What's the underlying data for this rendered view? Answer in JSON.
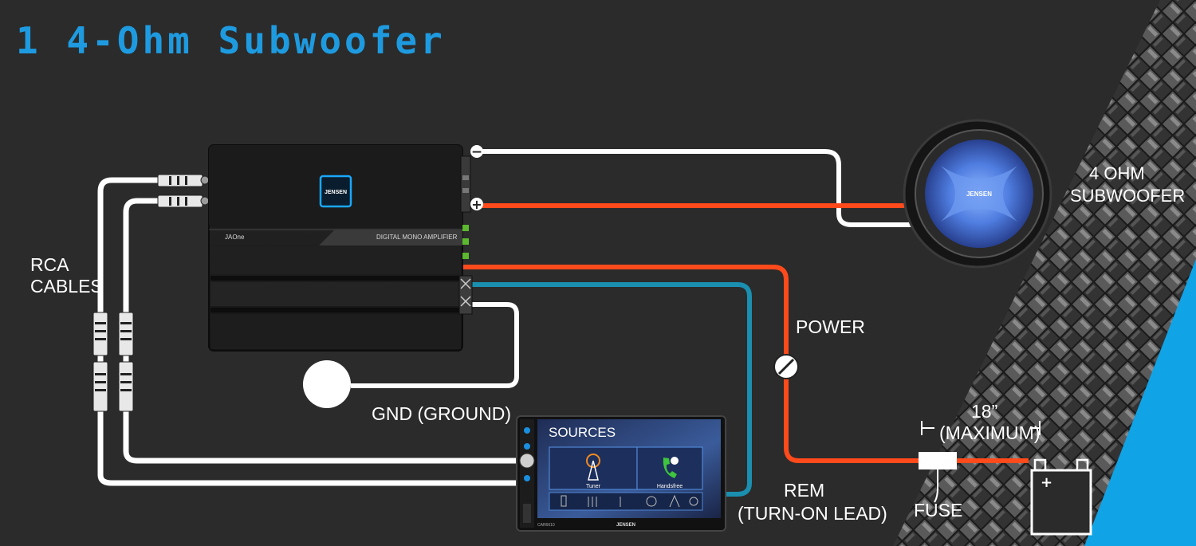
{
  "title": "1 4-Ohm Subwoofer",
  "labels": {
    "rca_line1": "RCA",
    "rca_line2": "CABLES",
    "sub_line1": "4  OHM",
    "sub_line2": "SUBWOOFER",
    "power": "POWER",
    "gnd": "GND (GROUND)",
    "rem_line1": "REM",
    "rem_line2": "(TURN-ON LEAD)",
    "length_line1": "18”",
    "length_line2": "(MAXIMUM)",
    "fuse": "FUSE"
  },
  "amplifier": {
    "brand": "JENSEN",
    "model": "JAOne",
    "description": "DIGITAL MONO AMPLIFIER"
  },
  "subwoofer": {
    "brand": "JENSEN"
  },
  "headunit": {
    "screen_title": "SOURCES",
    "tiles": [
      "Tuner",
      "Handsfree"
    ],
    "brand": "JENSEN",
    "model": "CAR6610"
  },
  "terminals": {
    "negative": "−",
    "positive": "+"
  },
  "battery": {
    "positive": "+"
  },
  "colors": {
    "background": "#2b2b2b",
    "title": "#1e9be0",
    "power_wire": "#ff4a1c",
    "remote_wire": "#1a8fb0",
    "signal_wire": "#ffffff",
    "accent_stripe": "#10a3e6",
    "sub_cone": "#4f7de0"
  }
}
